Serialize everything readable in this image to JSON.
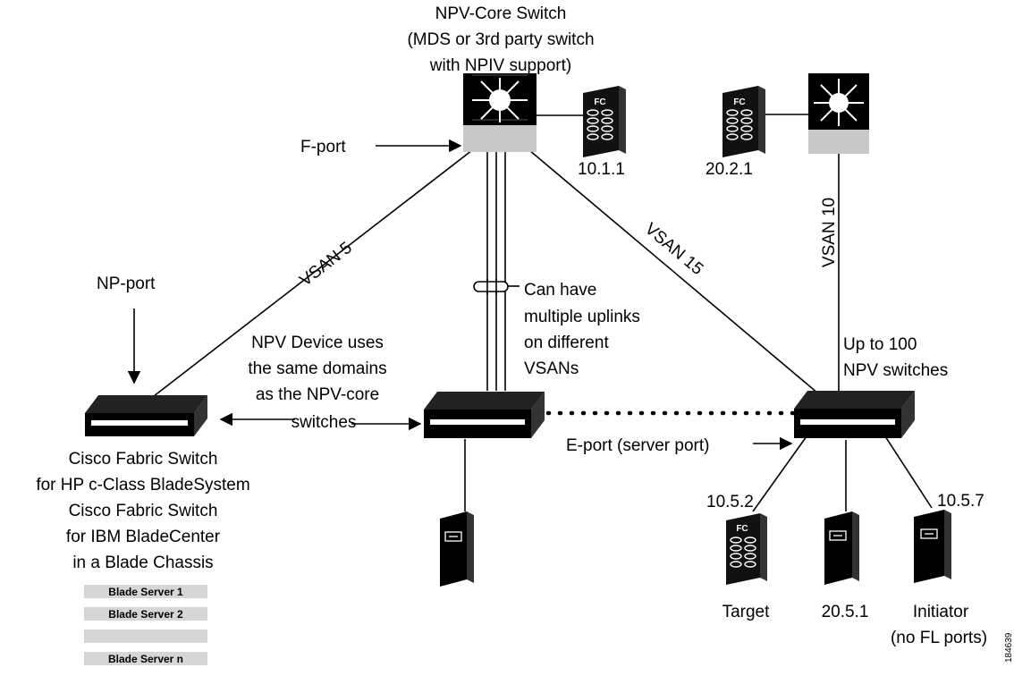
{
  "core_title": [
    "NPV-Core Switch",
    "(MDS or 3rd party switch",
    "with NPIV support)"
  ],
  "labels": {
    "f_port": "F-port",
    "np_port": "NP-port",
    "vsan5": "VSAN 5",
    "vsan15": "VSAN 15",
    "vsan10": "VSAN 10",
    "addr_core_storage": "10.1.1",
    "addr_right_storage": "20.2.1",
    "fc_badge": "FC",
    "eport": "E-port (server port)",
    "target_addr": "10.5.2",
    "initiator_addr": "10.5.7",
    "target_label": "Target",
    "mid_server_addr": "20.5.1",
    "initiator_label": "Initiator",
    "initiator_sub": "(no FL ports)",
    "figure_id": "184639"
  },
  "notes": {
    "uplinks": [
      "Can have",
      "multiple uplinks",
      "on different",
      "VSANs"
    ],
    "domains": [
      "NPV Device uses",
      "the same domains",
      "as the NPV-core",
      "switches"
    ],
    "up_to": [
      "Up to 100",
      "NPV switches"
    ],
    "left_device": [
      "Cisco Fabric Switch",
      "for HP c-Class BladeSystem",
      "Cisco Fabric Switch",
      "for IBM BladeCenter",
      "in a Blade Chassis"
    ]
  },
  "blade_servers": [
    "Blade Server 1",
    "Blade Server 2",
    "",
    "Blade Server n"
  ],
  "colors": {
    "line": "#000000",
    "switch_gray": "#c8c8c8",
    "blade_bar": "#d6d6d6",
    "storage_bg": "#111111"
  }
}
